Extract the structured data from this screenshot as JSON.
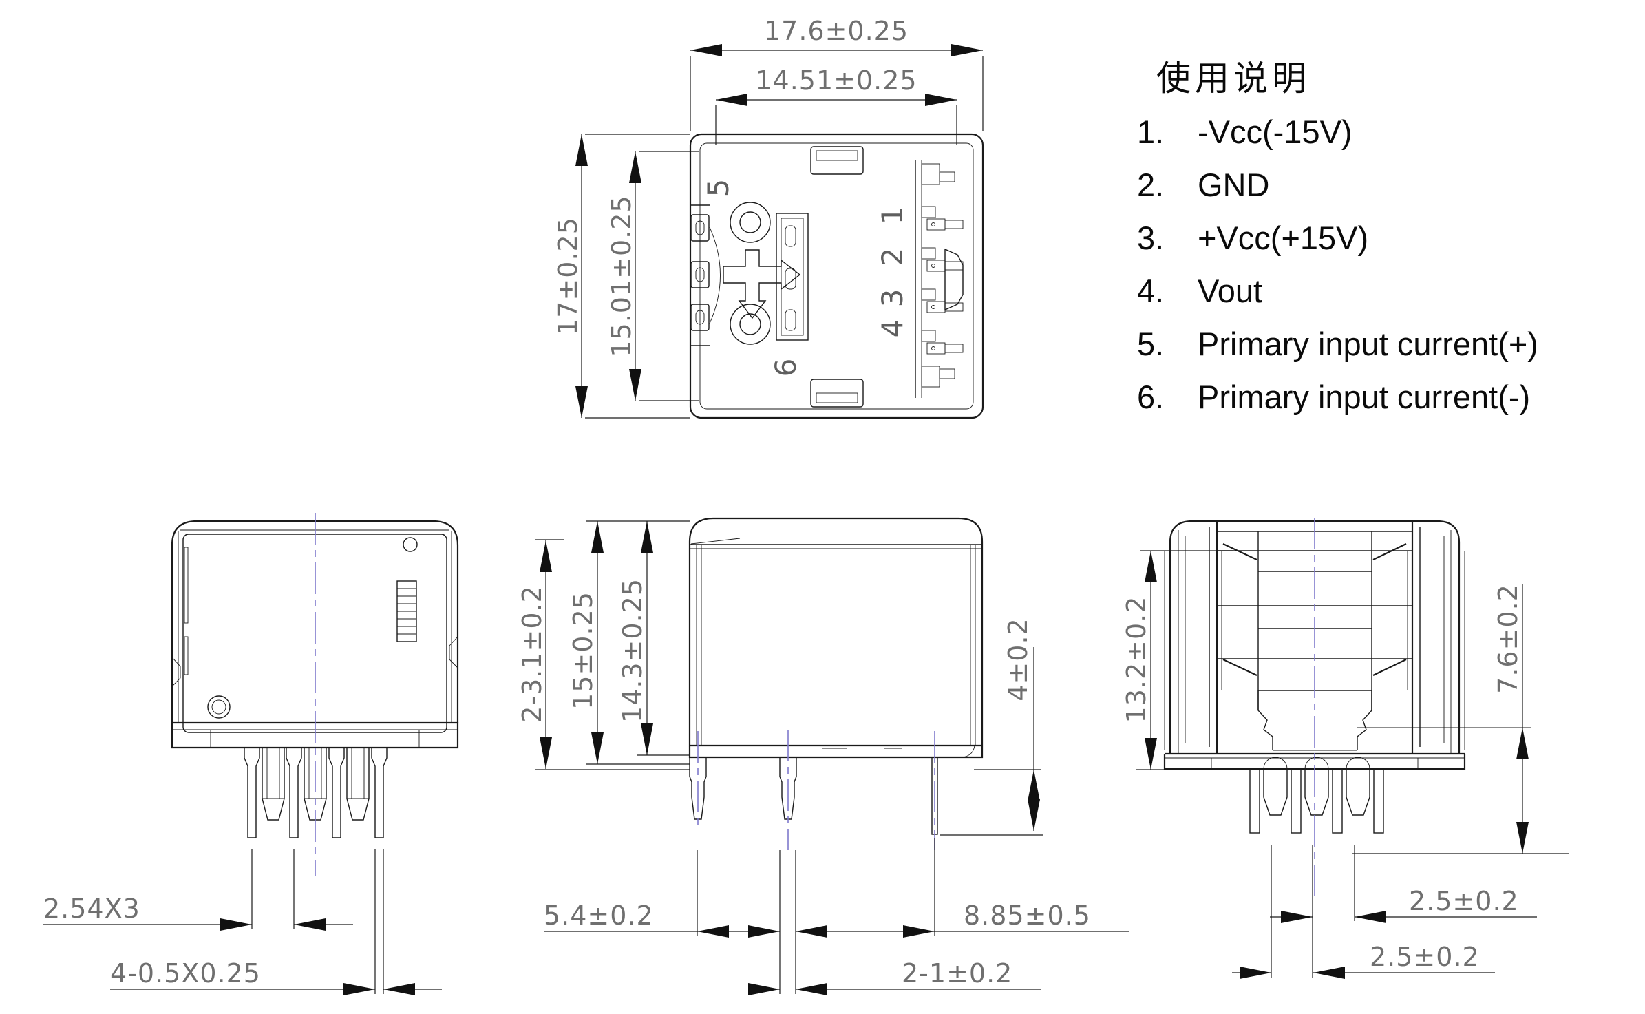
{
  "drawing": {
    "instructions": {
      "heading": "使用说明",
      "items": [
        {
          "num": "1.",
          "label": "-Vcc(-15V)"
        },
        {
          "num": "2.",
          "label": "GND"
        },
        {
          "num": "3.",
          "label": "+Vcc(+15V)"
        },
        {
          "num": "4.",
          "label": "Vout"
        },
        {
          "num": "5.",
          "label": "Primary input current(+)"
        },
        {
          "num": "6.",
          "label": "Primary input current(-)"
        }
      ]
    },
    "dims": {
      "top_view": {
        "overall_width": "17.6±0.25",
        "inner_width": "14.51±0.25",
        "overall_height": "17±0.25",
        "inner_height": "15.01±0.25"
      },
      "left_view": {
        "pin_pitch": "2.54X3",
        "pin_section": "4-0.5X0.25"
      },
      "front_view": {
        "holes": "2-3.1±0.2",
        "height_outer": "15±0.25",
        "height_case": "14.3±0.25",
        "standoff": "4±0.2",
        "spacing_left": "5.4±0.2",
        "spacing_right": "8.85±0.5",
        "pin_width": "2-1±0.2"
      },
      "side_view": {
        "height": "13.2±0.2",
        "pin_depth": "7.6±0.2",
        "pitch_upper": "2.5±0.2",
        "pitch_lower": "2.5±0.2"
      }
    },
    "pin_labels": {
      "p1": "1",
      "p2": "2",
      "p3": "3",
      "p4": "4",
      "p5": "5",
      "p6": "6"
    },
    "colors": {
      "line": "#1a1a1a",
      "dim_text": "#6f6f6f",
      "centerline": "#7f7acc"
    }
  }
}
